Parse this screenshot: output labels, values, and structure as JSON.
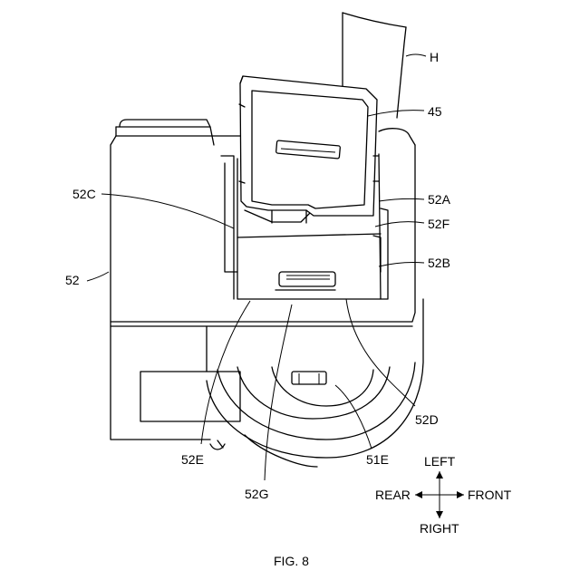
{
  "figure": {
    "caption": "FIG. 8",
    "labels": {
      "H": "H",
      "p45": "45",
      "p52C": "52C",
      "p52A": "52A",
      "p52F": "52F",
      "p52": "52",
      "p52B": "52B",
      "p52D": "52D",
      "p52E": "52E",
      "p51E": "51E",
      "p52G": "52G"
    },
    "directions": {
      "left": "LEFT",
      "right": "RIGHT",
      "rear": "REAR",
      "front": "FRONT"
    }
  }
}
